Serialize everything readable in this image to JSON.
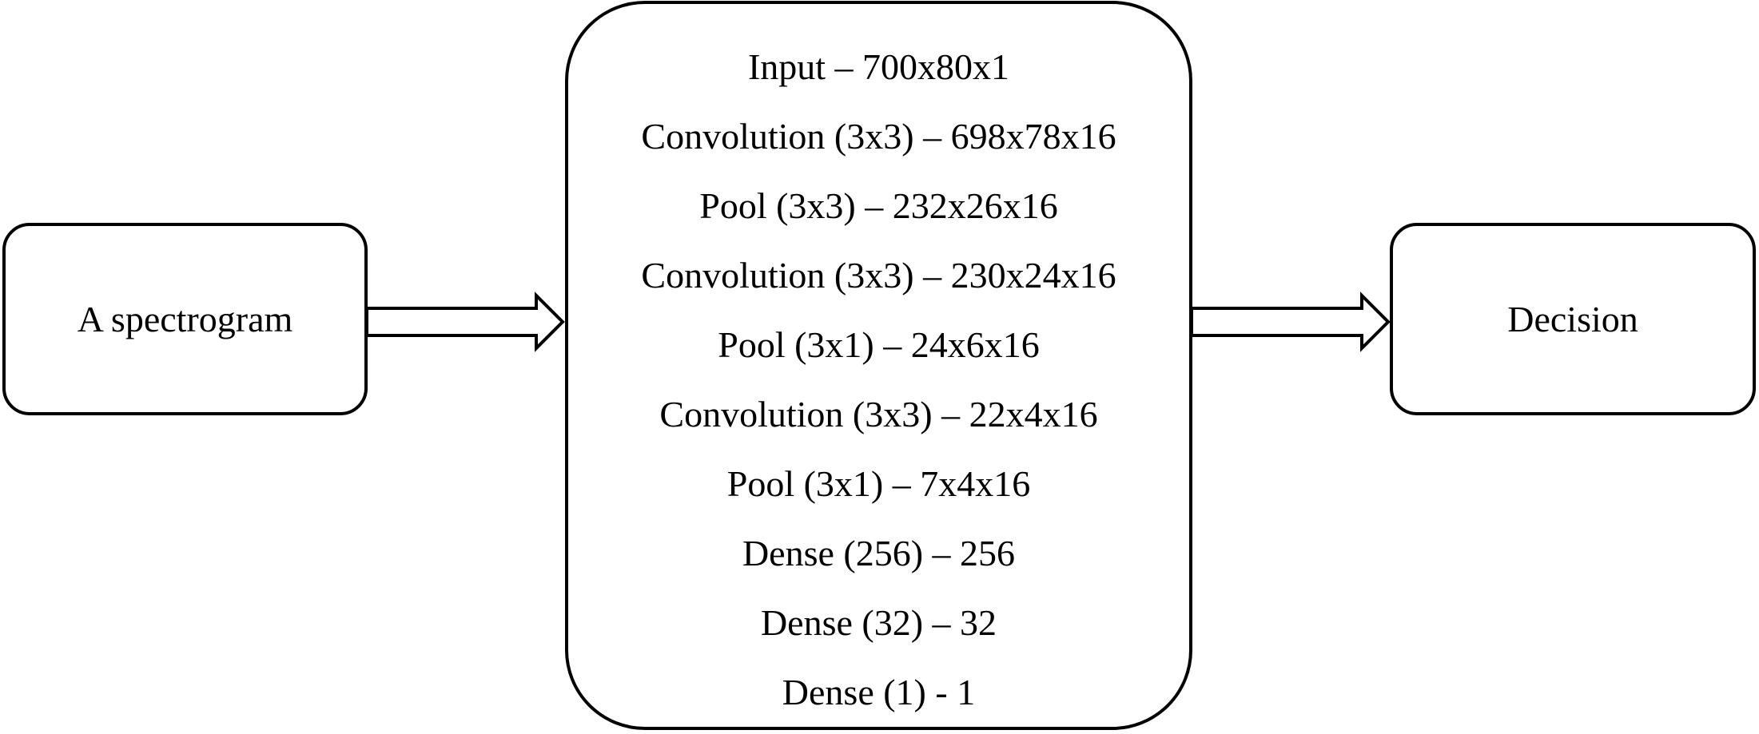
{
  "input_node": {
    "label": "A spectrogram"
  },
  "network": {
    "layers": [
      "Input – 700x80x1",
      "Convolution (3x3) – 698x78x16",
      "Pool (3x3) – 232x26x16",
      "Convolution (3x3) – 230x24x16",
      "Pool (3x1) – 24x6x16",
      "Convolution (3x3) – 22x4x16",
      "Pool (3x1) – 7x4x16",
      "Dense (256) – 256",
      "Dense (32) – 32",
      "Dense (1) - 1"
    ]
  },
  "output_node": {
    "label": "Decision"
  },
  "colors": {
    "stroke": "#000000",
    "fill": "#ffffff"
  }
}
